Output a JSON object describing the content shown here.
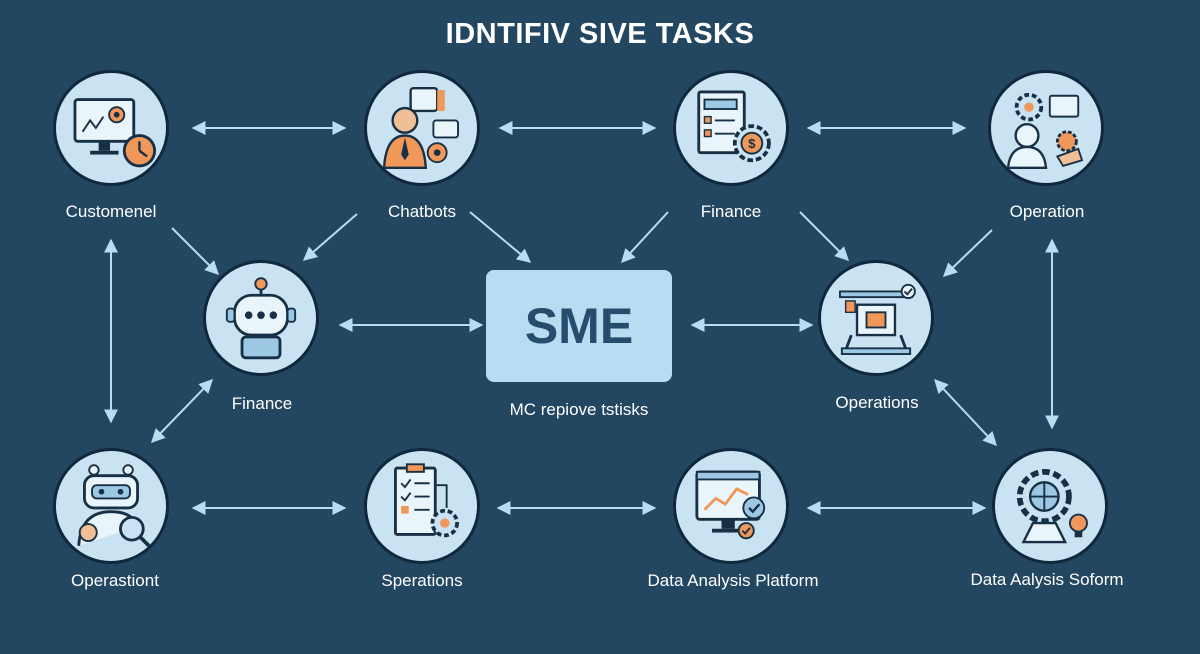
{
  "title": "IDNTIFIV SIVE TASKS",
  "center": {
    "label": "SME",
    "caption": "MC repiove tstisks"
  },
  "nodes": [
    {
      "label": "Customenel",
      "icon": "monitor-gear-clock-icon"
    },
    {
      "label": "Chatbots",
      "icon": "chatbot-agent-icon"
    },
    {
      "label": "Finance",
      "icon": "finance-document-dollar-icon"
    },
    {
      "label": "Operation",
      "icon": "operation-gears-hand-icon"
    },
    {
      "label": "Finance",
      "icon": "robot-head-icon"
    },
    {
      "label": "Operations",
      "icon": "automation-machine-icon"
    },
    {
      "label": "Operastiont",
      "icon": "robot-magnifier-icon"
    },
    {
      "label": "Sperations",
      "icon": "checklist-gear-icon"
    },
    {
      "label": "Data Analysis Platform",
      "icon": "analytics-monitor-icon"
    },
    {
      "label": "Data Aalysis Soform",
      "icon": "gear-globe-lightbulb-icon"
    }
  ],
  "colors": {
    "background": "#234661",
    "node_fill": "#c9e3f2",
    "node_outline": "#10283d",
    "accent_orange": "#f0975a",
    "arrow": "#b9dcf1",
    "center_box": "#b8dcf2",
    "center_text": "#264d6d"
  }
}
